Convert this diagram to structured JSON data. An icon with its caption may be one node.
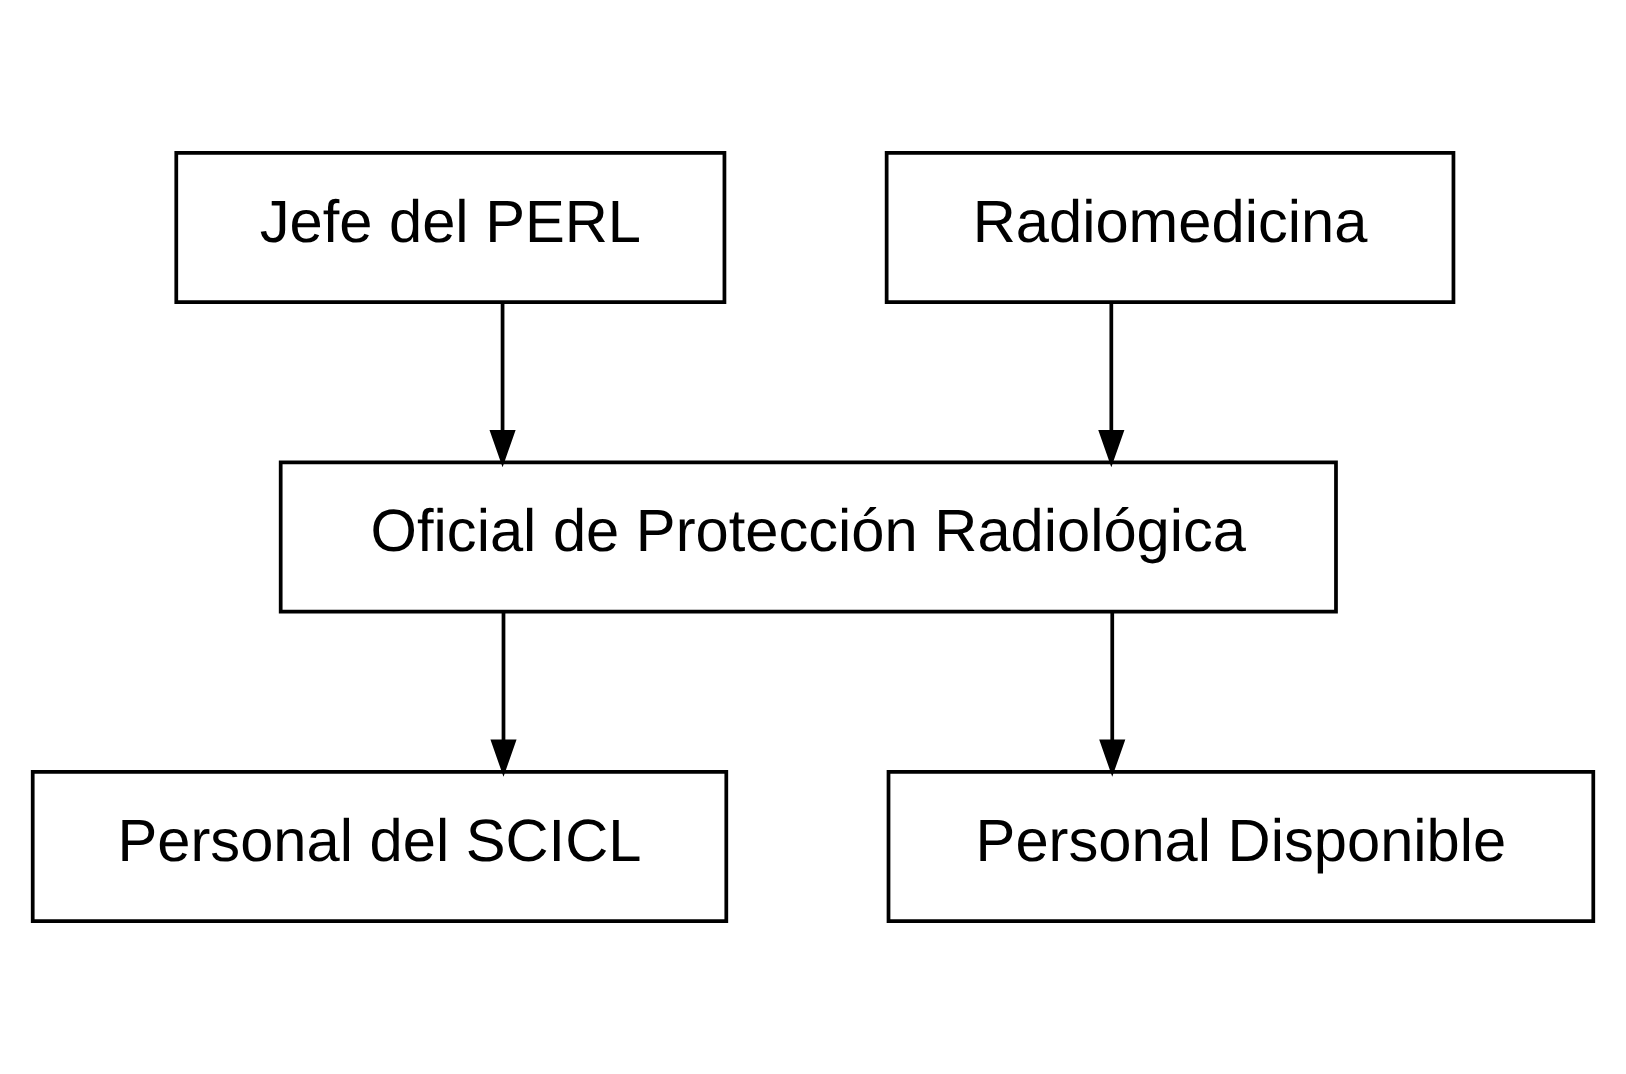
{
  "diagram": {
    "nodes": [
      {
        "text": [
          "Jefe del PERL"
        ]
      },
      {
        "text": [
          "Radiomedicina"
        ]
      },
      {
        "text": [
          "Oficial de Protección Radiológica"
        ]
      },
      {
        "text": [
          "Personal del SCICL"
        ]
      },
      {
        "text": [
          "Personal Disponible"
        ]
      }
    ],
    "edges": [
      {
        "from": 0,
        "to": 2,
        "arrow": "to"
      },
      {
        "from": 1,
        "to": 2,
        "arrow": "to"
      },
      {
        "from": 2,
        "to": 3,
        "arrow": "to"
      },
      {
        "from": 2,
        "to": 4,
        "arrow": "to"
      }
    ]
  }
}
